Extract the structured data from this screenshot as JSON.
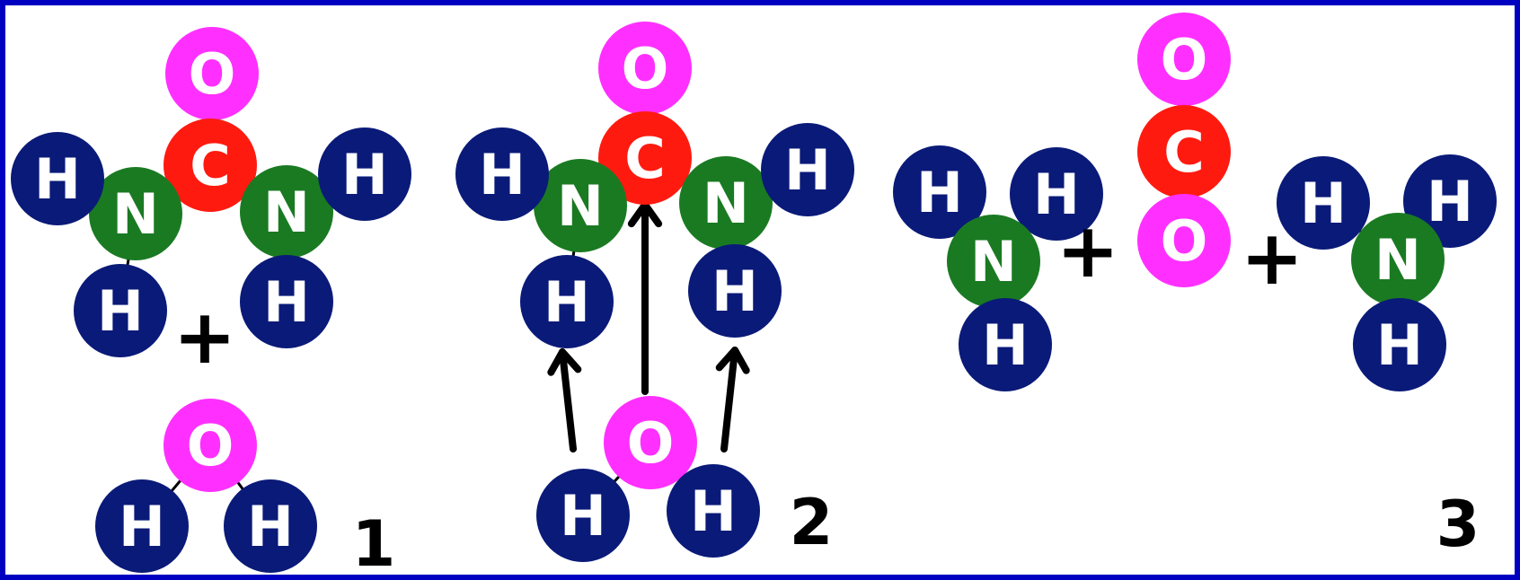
{
  "colors": {
    "frame": "#0000c0",
    "background": "#ffffff",
    "hydrogen": "#0a1a78",
    "nitrogen": "#1a7a22",
    "carbon": "#ff1a10",
    "oxygen": "#ff30ff",
    "atom_text": "#ffffff",
    "ink": "#000000"
  },
  "atom_glyphs": {
    "hydrogen": "H",
    "nitrogen": "N",
    "carbon": "C",
    "oxygen": "O"
  },
  "operators": {
    "plus": "+"
  },
  "steps": [
    {
      "label": "1"
    },
    {
      "label": "2"
    },
    {
      "label": "3"
    }
  ]
}
